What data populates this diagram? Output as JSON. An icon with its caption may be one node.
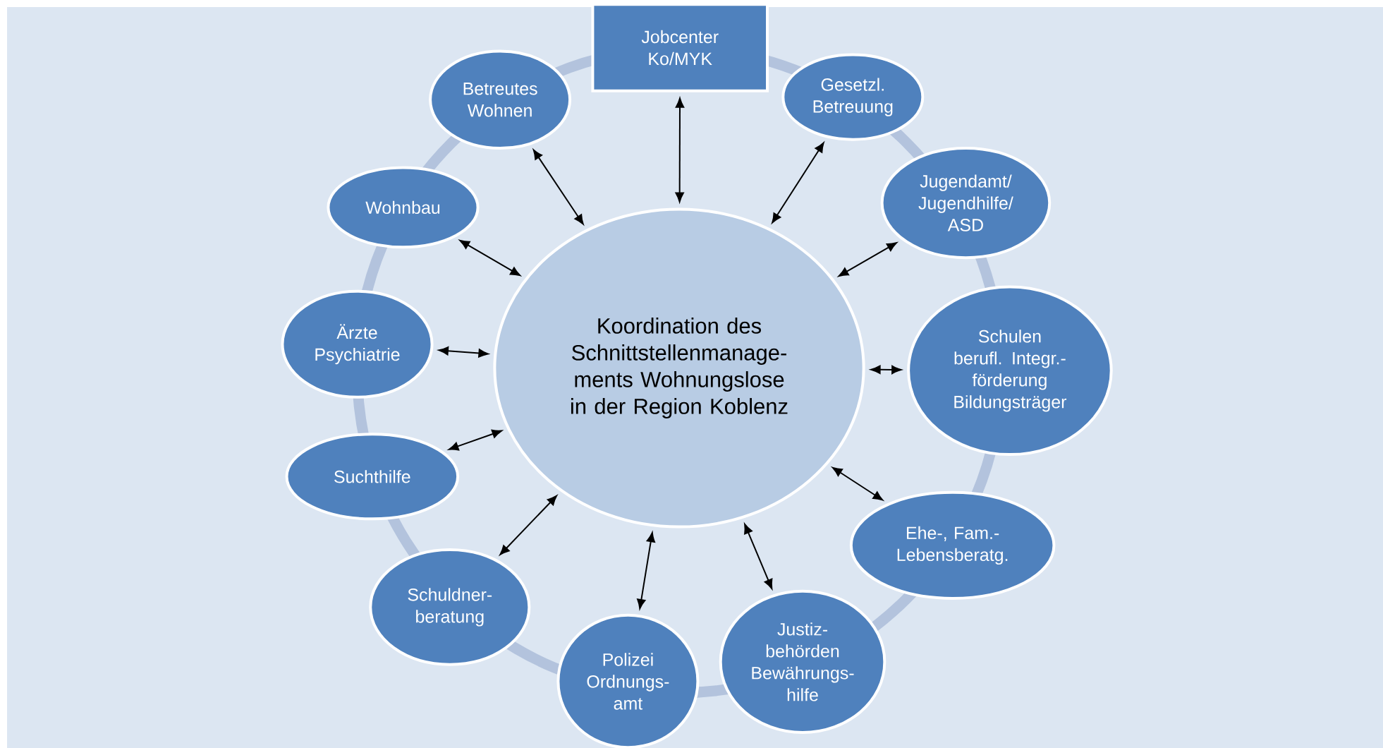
{
  "diagram": {
    "nodes": [
      {
        "text": [
          "Koordination des Schnittstellenmanage- ments Wohnungslose in der Region Koblenz"
        ]
      },
      {
        "text": [
          "Jobcenter Ko/MYK"
        ]
      },
      {
        "text": [
          "Betreutes Wohnen"
        ]
      },
      {
        "text": [
          "Gesetzl. Betreuung"
        ]
      },
      {
        "text": [
          "Wohnbau"
        ]
      },
      {
        "text": [
          "Jugendamt/ Jugendhilfe/ ASD"
        ]
      },
      {
        "text": [
          "Ärzte Psychiatrie"
        ]
      },
      {
        "text": [
          "Schulen berufl. Integr.- förderung Bildungsträger"
        ]
      },
      {
        "text": [
          "Suchthilfe"
        ]
      },
      {
        "text": [
          "Ehe-, Fam.- Lebensberatg."
        ]
      },
      {
        "text": [
          "Schuldner- beratung"
        ]
      },
      {
        "text": [
          "Justiz- behörden Bewährungs- hilfe"
        ]
      },
      {
        "text": [
          "Polizei Ordnungs- amt"
        ]
      }
    ],
    "edges": [
      {
        "from": 0,
        "to": 1,
        "arrow": "both"
      },
      {
        "from": 0,
        "to": 2,
        "arrow": "both"
      },
      {
        "from": 0,
        "to": 3,
        "arrow": "both"
      },
      {
        "from": 0,
        "to": 4,
        "arrow": "both"
      },
      {
        "from": 0,
        "to": 5,
        "arrow": "both"
      },
      {
        "from": 0,
        "to": 6,
        "arrow": "both"
      },
      {
        "from": 0,
        "to": 7,
        "arrow": "both"
      },
      {
        "from": 0,
        "to": 8,
        "arrow": "both"
      },
      {
        "from": 0,
        "to": 9,
        "arrow": "both"
      },
      {
        "from": 0,
        "to": 10,
        "arrow": "both"
      },
      {
        "from": 0,
        "to": 11,
        "arrow": "both"
      },
      {
        "from": 0,
        "to": 12,
        "arrow": "both"
      }
    ]
  }
}
